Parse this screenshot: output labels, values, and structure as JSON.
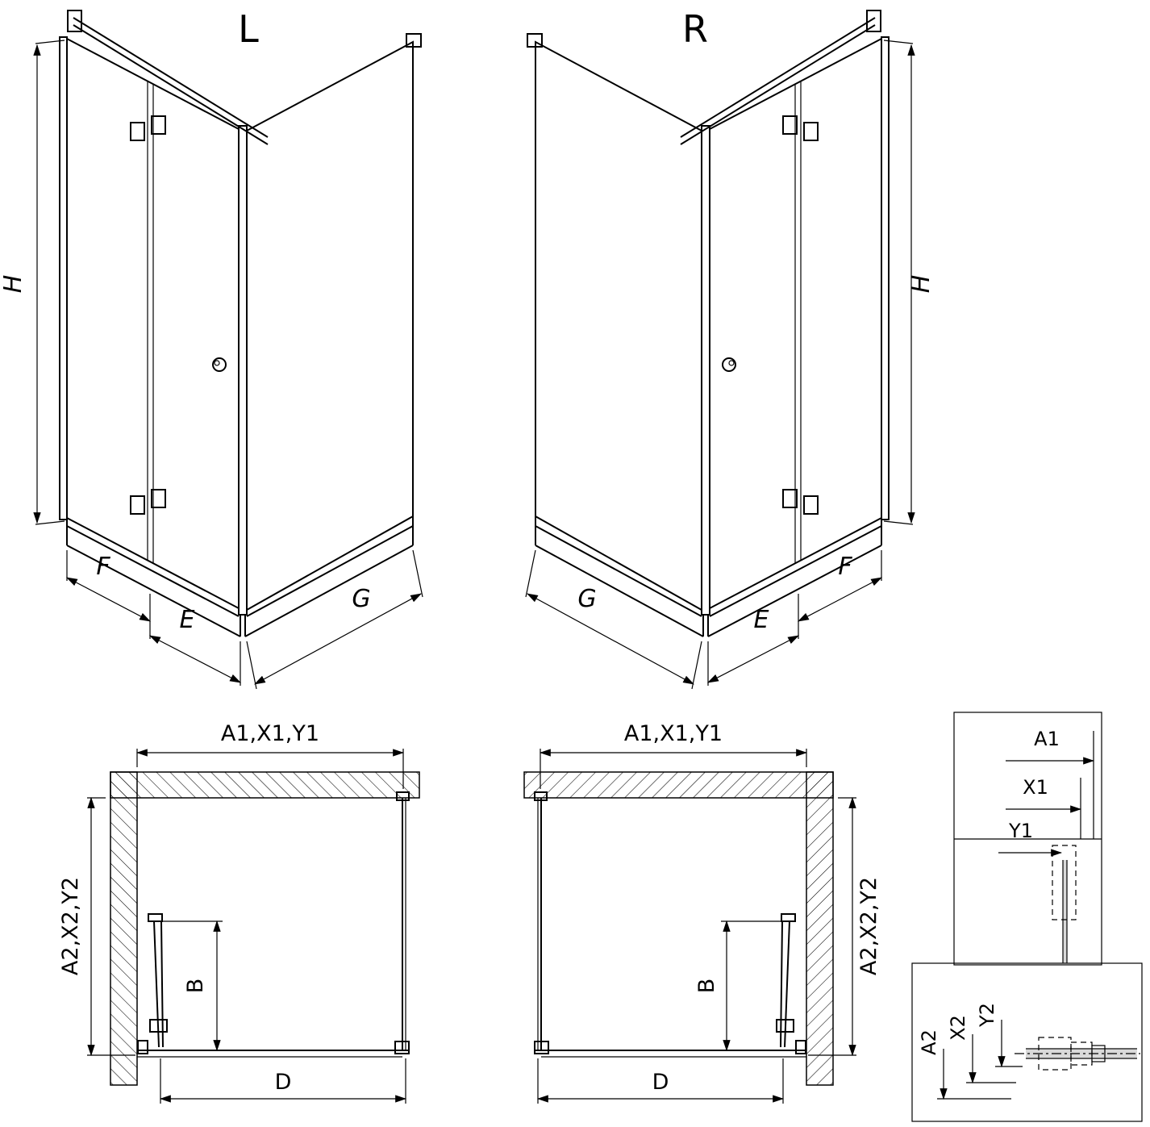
{
  "drawing": {
    "iso_left": {
      "title": "L",
      "dim_height": "H",
      "dim_door": "F",
      "dim_entry": "E",
      "dim_side": "G"
    },
    "iso_right": {
      "title": "R",
      "dim_height": "H",
      "dim_door": "F",
      "dim_entry": "E",
      "dim_side": "G"
    },
    "plan_left": {
      "dim_width_top": "A1,X1,Y1",
      "dim_depth_side": "A2,X2,Y2",
      "dim_door_fold": "B",
      "dim_opening": "D"
    },
    "plan_right": {
      "dim_width_top": "A1,X1,Y1",
      "dim_depth_side": "A2,X2,Y2",
      "dim_door_fold": "B",
      "dim_opening": "D"
    },
    "detail_width": {
      "labels": [
        "A1",
        "X1",
        "Y1"
      ]
    },
    "detail_depth": {
      "labels": [
        "A2",
        "X2",
        "Y2"
      ]
    }
  },
  "colors": {
    "line": "#000000",
    "background": "#ffffff",
    "glass_shade": "#d9d9d9"
  }
}
